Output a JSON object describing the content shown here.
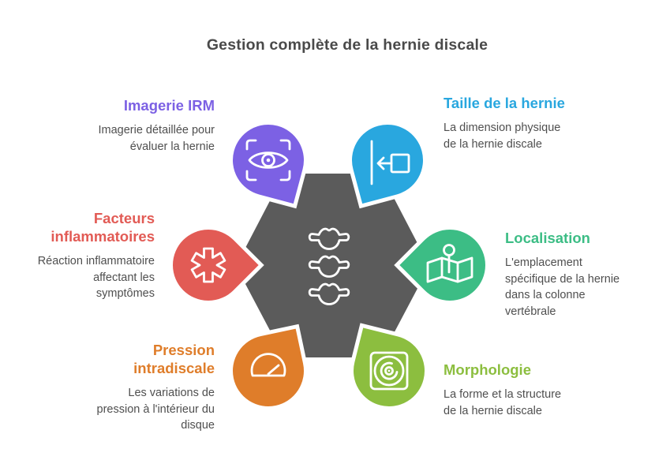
{
  "title": "Gestion complète de la hernie discale",
  "center": {
    "color": "#5B5B5B",
    "icon": "vertebrae-icon"
  },
  "segments": [
    {
      "id": "imagerie-irm",
      "heading": "Imagerie IRM",
      "description": "Imagerie détaillée pour\névaluer la hernie",
      "color": "#7C61E4",
      "icon": "scan-eye-icon"
    },
    {
      "id": "taille-hernie",
      "heading": "Taille de la hernie",
      "description": "La dimension physique\nde la hernie discale",
      "color": "#29A7DF",
      "icon": "resize-arrow-icon"
    },
    {
      "id": "facteurs-inflammatoires",
      "heading": "Facteurs\ninflammatoires",
      "description": "Réaction inflammatoire\naffectant les\nsymptômes",
      "color": "#E25B55",
      "icon": "medical-asterisk-icon"
    },
    {
      "id": "localisation",
      "heading": "Localisation",
      "description": "L'emplacement\nspécifique de la hernie\ndans la colonne\nvertébrale",
      "color": "#3CBD85",
      "icon": "map-pin-icon"
    },
    {
      "id": "pression-intradiscale",
      "heading": "Pression\nintradiscale",
      "description": "Les variations de\npression à l'intérieur du\ndisque",
      "color": "#DF7D2A",
      "icon": "gauge-icon"
    },
    {
      "id": "morphologie",
      "heading": "Morphologie",
      "description": "La forme et la structure\nde la hernie discale",
      "color": "#8CBE3F",
      "icon": "disc-icon"
    }
  ]
}
